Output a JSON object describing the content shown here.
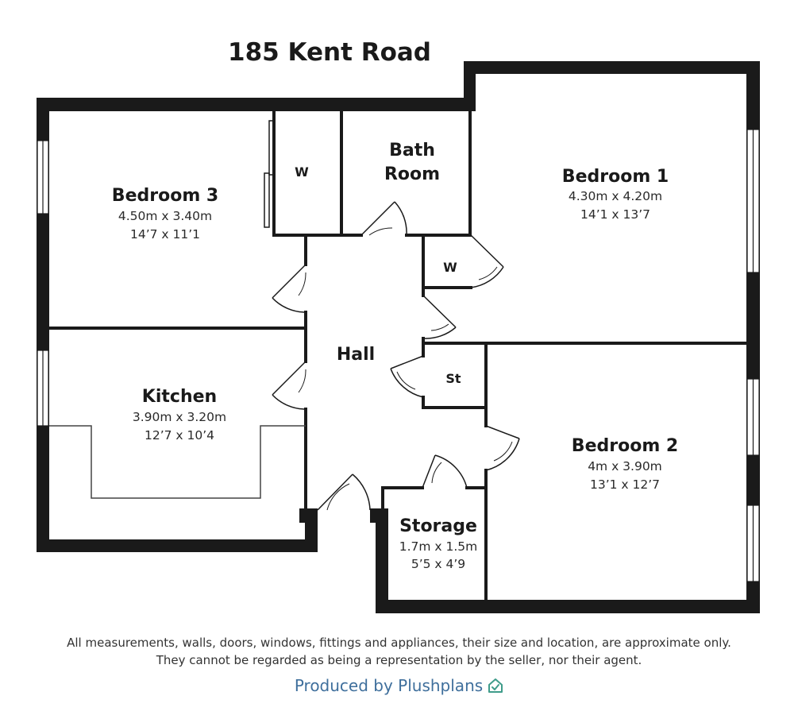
{
  "title": "185 Kent Road",
  "rooms": {
    "bedroom3": {
      "name": "Bedroom 3",
      "metric": "4.50m x 3.40m",
      "imperial": "14’7 x 11’1"
    },
    "bedroom1": {
      "name": "Bedroom 1",
      "metric": "4.30m x 4.20m",
      "imperial": "14’1 x 13’7"
    },
    "bedroom2": {
      "name": "Bedroom 2",
      "metric": "4m x 3.90m",
      "imperial": "13’1 x 12’7"
    },
    "kitchen": {
      "name": "Kitchen",
      "metric": "3.90m x 3.20m",
      "imperial": "12’7 x 10’4"
    },
    "storage": {
      "name": "Storage",
      "metric": "1.7m x 1.5m",
      "imperial": "5’5 x 4’9"
    },
    "bathroom": {
      "line1": "Bath",
      "line2": "Room"
    },
    "hall": {
      "name": "Hall"
    },
    "wardrobe_a": {
      "name": "W"
    },
    "wardrobe_b": {
      "name": "W"
    },
    "store_cupboard": {
      "name": "St"
    }
  },
  "disclaimer": {
    "line1": "All measurements, walls, doors, windows, fittings and appliances, their size and location, are approximate only.",
    "line2": "They cannot be regarded as being a representation by the seller, nor their agent."
  },
  "brand": {
    "text": "Produced by Plushplans",
    "icon": "house-check-icon",
    "color": "#3f6f9c"
  }
}
